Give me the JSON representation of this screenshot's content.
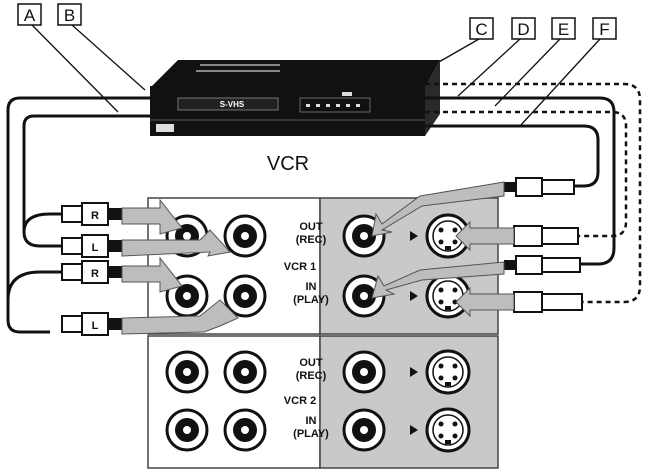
{
  "device": {
    "name": "VCR",
    "badge": "S-VHS"
  },
  "callouts": [
    "A",
    "B",
    "C",
    "D",
    "E",
    "F"
  ],
  "panel": {
    "groups": [
      {
        "name": "VCR 1",
        "out_label": "OUT",
        "out_sub": "(REC)",
        "in_label": "IN",
        "in_sub": "(PLAY)"
      },
      {
        "name": "VCR 2",
        "out_label": "OUT",
        "out_sub": "(REC)",
        "in_label": "IN",
        "in_sub": "(PLAY)"
      }
    ]
  },
  "plugs": {
    "right_label": "R",
    "left_label": "L"
  }
}
